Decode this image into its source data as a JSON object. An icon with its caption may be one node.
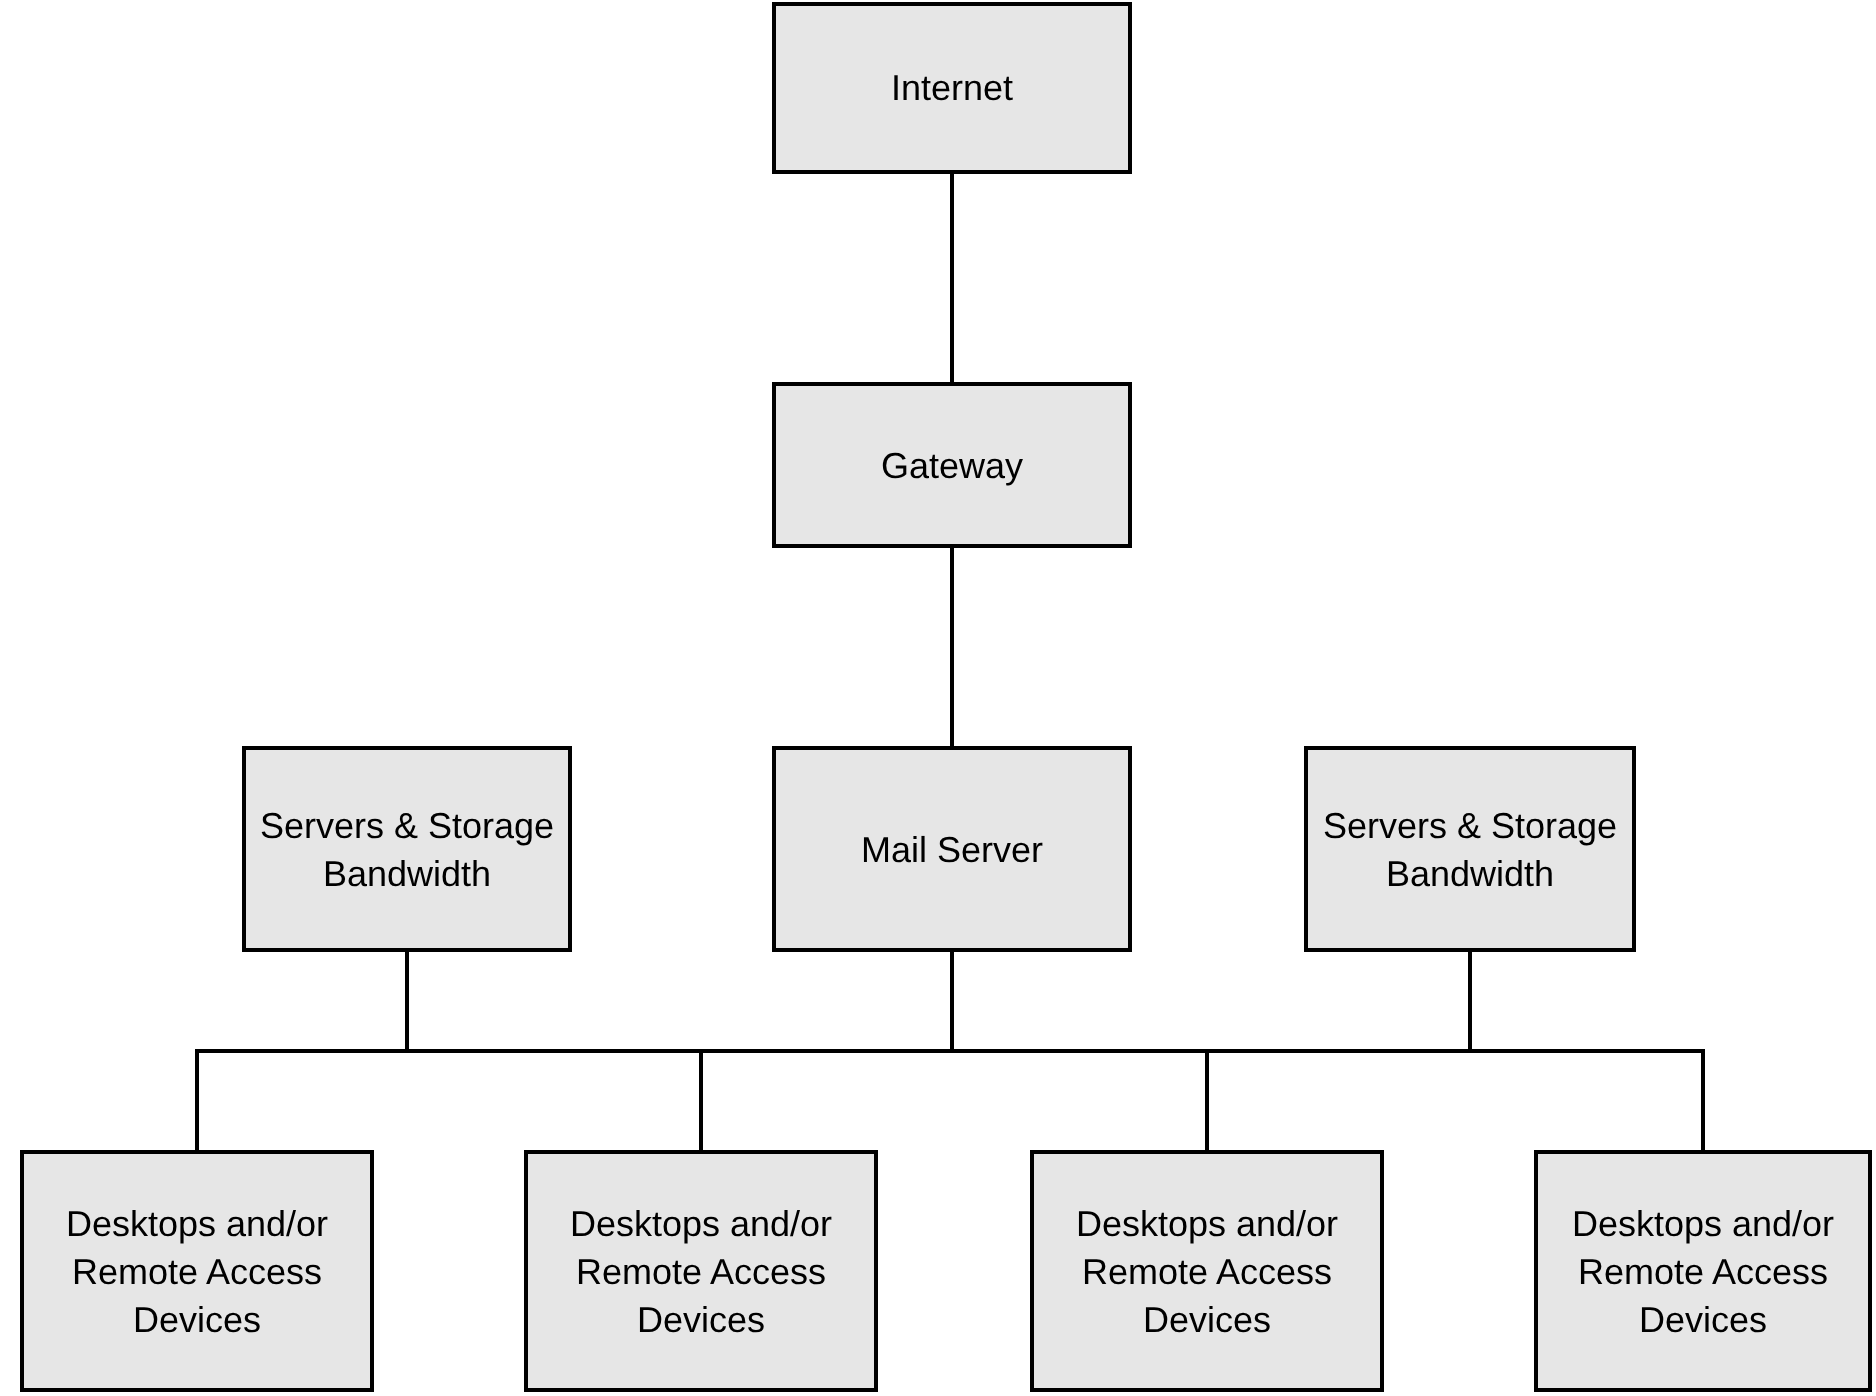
{
  "diagram": {
    "nodes": [
      {
        "text": [
          "Internet"
        ]
      },
      {
        "text": [
          "Gateway"
        ]
      },
      {
        "text": [
          "Servers & Storage Bandwidth"
        ]
      },
      {
        "text": [
          "Mail Server"
        ]
      },
      {
        "text": [
          "Servers & Storage Bandwidth"
        ]
      },
      {
        "text": [
          "Desktops and/or Remote Access Devices"
        ]
      },
      {
        "text": [
          "Desktops and/or Remote Access Devices"
        ]
      },
      {
        "text": [
          "Desktops and/or Remote Access Devices"
        ]
      },
      {
        "text": [
          "Desktops and/or Remote Access Devices"
        ]
      }
    ],
    "edges": [
      {
        "from": 0,
        "to": 1,
        "arrow": "none"
      },
      {
        "from": 1,
        "to": 3,
        "arrow": "none"
      },
      {
        "from": 3,
        "to": 5,
        "arrow": "none"
      },
      {
        "from": 3,
        "to": 6,
        "arrow": "none"
      },
      {
        "from": 3,
        "to": 7,
        "arrow": "none"
      },
      {
        "from": 3,
        "to": 8,
        "arrow": "none"
      },
      {
        "from": 2,
        "to": 5,
        "arrow": "none"
      },
      {
        "from": 2,
        "to": 6,
        "arrow": "none"
      },
      {
        "from": 2,
        "to": 7,
        "arrow": "none"
      },
      {
        "from": 2,
        "to": 8,
        "arrow": "none"
      },
      {
        "from": 4,
        "to": 5,
        "arrow": "none"
      },
      {
        "from": 4,
        "to": 6,
        "arrow": "none"
      },
      {
        "from": 4,
        "to": 7,
        "arrow": "none"
      },
      {
        "from": 4,
        "to": 8,
        "arrow": "none"
      }
    ]
  }
}
